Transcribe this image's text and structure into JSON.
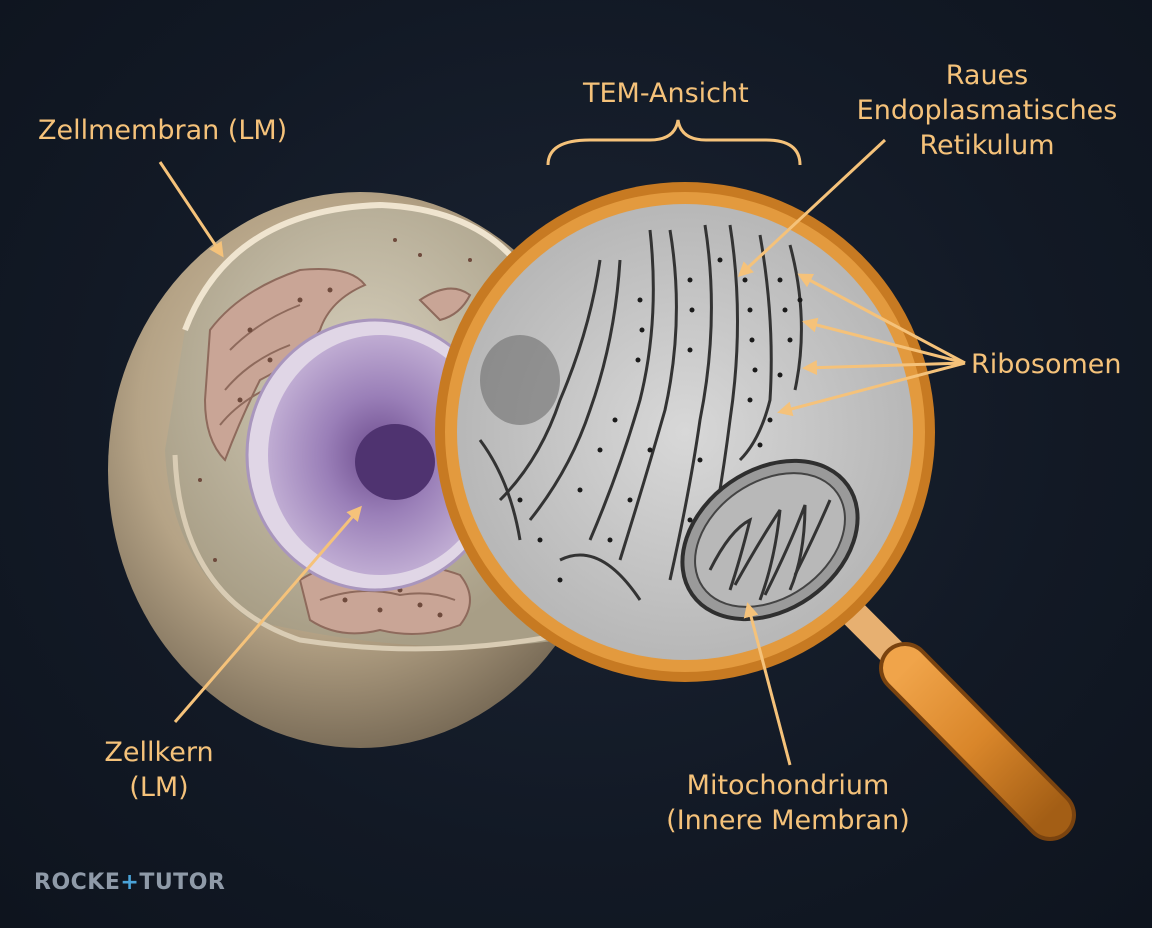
{
  "labels": {
    "zellmembran": "Zellmembran (LM)",
    "tem_ansicht": "TEM-Ansicht",
    "er_line1": "Raues",
    "er_line2": "Endoplasmatisches",
    "er_line3": "Retikulum",
    "ribosomen": "Ribosomen",
    "zellkern_line1": "Zellkern",
    "zellkern_line2": "(LM)",
    "mito_line1": "Mitochondrium",
    "mito_line2": "(Innere Membran)"
  },
  "brand": {
    "part1": "ROCKE",
    "plus": "+",
    "part2": "TUTO",
    "part3": "R"
  },
  "colors": {
    "label": "#f5c27a",
    "background": "#131a26",
    "lens_frame": "#d98a2b",
    "cell_body": "#bfae96",
    "nucleus": "#8a6fa8",
    "brand_accent": "#4aa3d8"
  }
}
